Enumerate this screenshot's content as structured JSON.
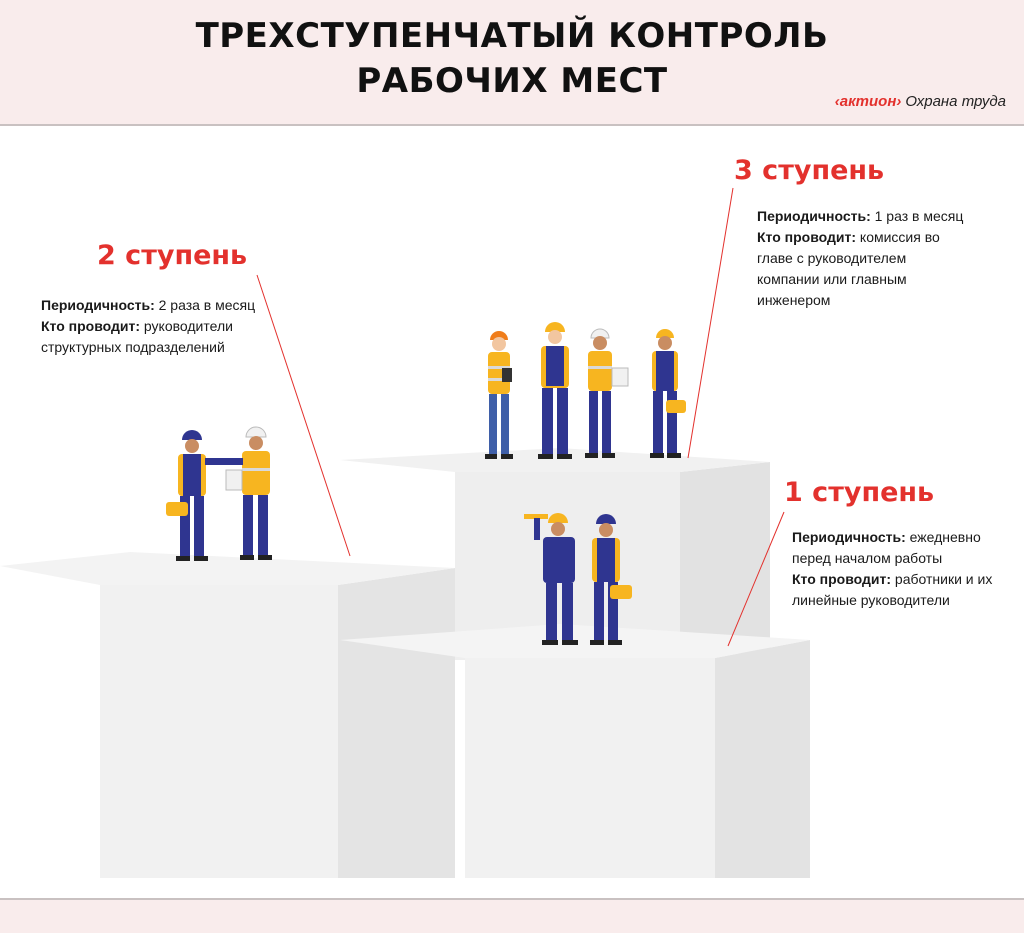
{
  "header": {
    "title_line1": "ТРЕХСТУПЕНЧАТЫЙ КОНТРОЛЬ",
    "title_line2": "РАБОЧИХ МЕСТ",
    "brand_mark": "‹актион›",
    "brand_name": "Охрана труда"
  },
  "steps": [
    {
      "title": "3 ступень",
      "frequency_label": "Периодичность:",
      "frequency_value": "1 раз в месяц",
      "conductor_label": "Кто проводит:",
      "conductor_value": "комиссия во главе с руководителем компании или главным инженером"
    },
    {
      "title": "2 ступень",
      "frequency_label": "Периодичность:",
      "frequency_value": "2 раза в месяц",
      "conductor_label": "Кто проводит:",
      "conductor_value": "руководители структурных подразделений"
    },
    {
      "title": "1 ступень",
      "frequency_label": "Периодичность:",
      "frequency_value": "ежедневно перед началом работы",
      "conductor_label": "Кто проводит:",
      "conductor_value": "работники и их линейные руководители"
    }
  ],
  "colors": {
    "accent": "#e3312d",
    "header_bg": "#f9ecec",
    "worker_uniform": "#2f3590",
    "worker_vest": "#f7b520"
  }
}
